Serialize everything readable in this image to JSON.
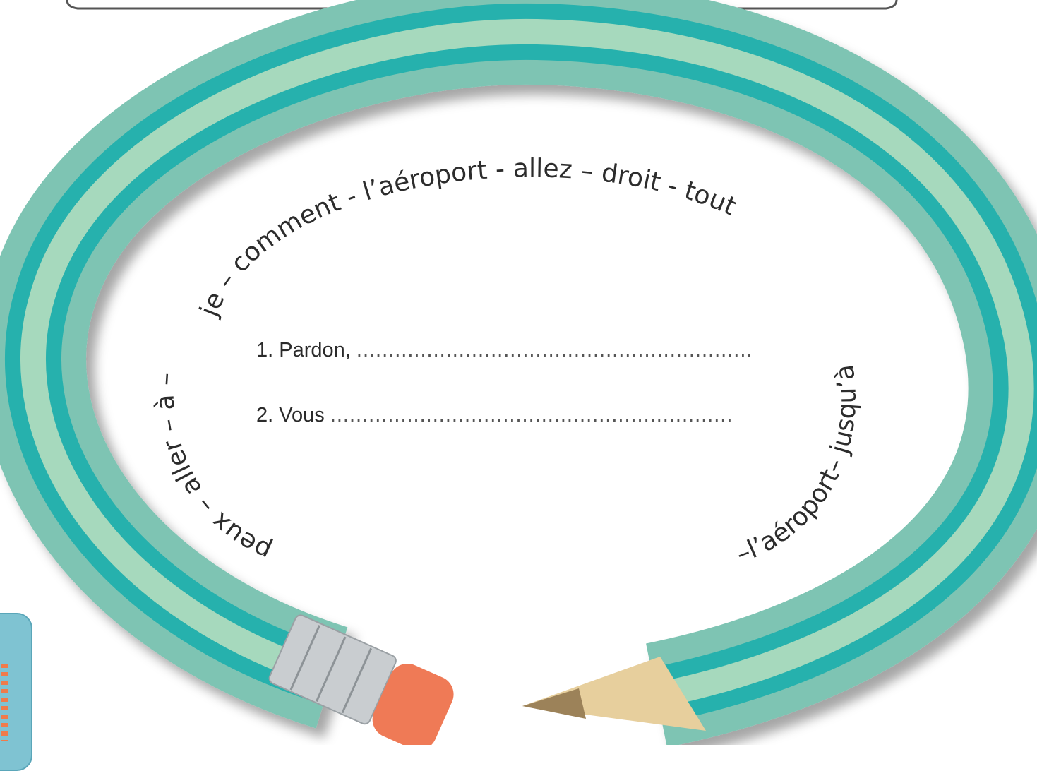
{
  "colors": {
    "outer_band": "#7ec4b3",
    "mid_band": "#25b1ad",
    "inner_band": "#a6d9bd",
    "eraser": "#ef7a56",
    "ferrule": "#c9cdd0",
    "wood": "#e7cf9d",
    "lead": "#9c8259"
  },
  "arc_words": {
    "top_arc": "je – comment - l’aéroport - allez – droit - tout",
    "left_arc": "peux – aller – à –",
    "right_arc": "–l’aéroport– jusqu’à"
  },
  "exercise": {
    "line1_label": "1. Pardon,",
    "line1_dots": "..............................................................",
    "line2_label": "2. Vous",
    "line2_dots": "..............................................................."
  },
  "icons": {
    "eraser": "pencil-eraser-icon",
    "tip": "pencil-tip-icon"
  }
}
